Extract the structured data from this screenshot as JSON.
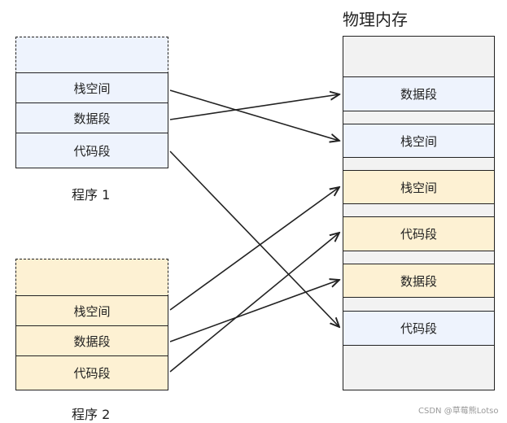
{
  "physical_memory": {
    "title": "物理内存",
    "segments": [
      "数据段",
      "栈空间",
      "栈空间",
      "代码段",
      "数据段",
      "代码段"
    ]
  },
  "program1": {
    "label": "程序 1",
    "segments": [
      "栈空间",
      "数据段",
      "代码段"
    ]
  },
  "program2": {
    "label": "程序 2",
    "segments": [
      "栈空间",
      "数据段",
      "代码段"
    ]
  },
  "watermark": "CSDN @草莓熊Lotso",
  "colors": {
    "program1_fill": "#eef3fd",
    "program2_fill": "#fdf1d3",
    "memory_free_fill": "#f2f2f2",
    "stroke": "#222222"
  }
}
